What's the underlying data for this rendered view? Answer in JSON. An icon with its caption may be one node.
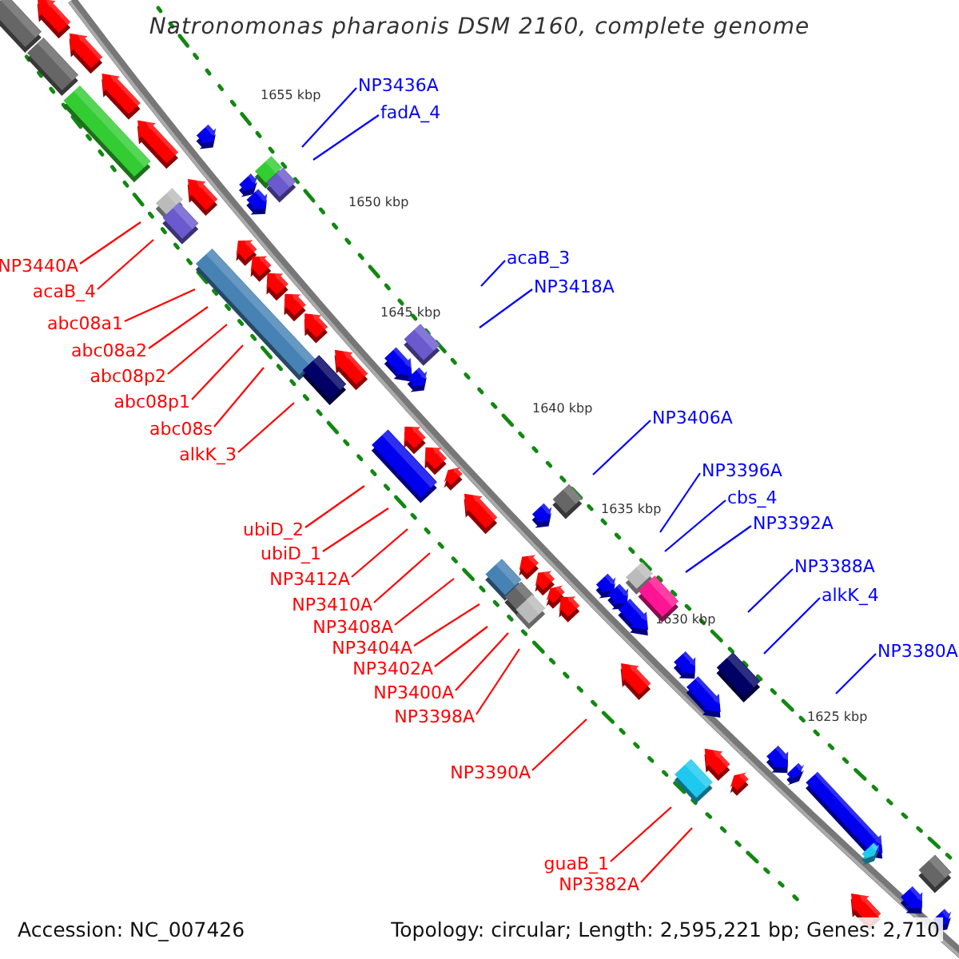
{
  "diagram": {
    "title": "Natronomonas pharaonis DSM 2160, complete genome",
    "nodes": [
      {
        "text": [
          "NP3436A"
        ]
      },
      {
        "text": [
          "fadA_4"
        ]
      },
      {
        "text": [
          "NP3440A"
        ]
      },
      {
        "text": [
          "acaB_4"
        ]
      },
      {
        "text": [
          "acaB_3"
        ]
      },
      {
        "text": [
          "NP3418A"
        ]
      },
      {
        "text": [
          "abc08a1"
        ]
      },
      {
        "text": [
          "abc08a2"
        ]
      },
      {
        "text": [
          "abc08p2"
        ]
      },
      {
        "text": [
          "abc08p1"
        ]
      },
      {
        "text": [
          "abc08s"
        ]
      },
      {
        "text": [
          "alkK_3"
        ]
      },
      {
        "text": [
          "NP3406A"
        ]
      },
      {
        "text": [
          "NP3396A"
        ]
      },
      {
        "text": [
          "cbs_4"
        ]
      },
      {
        "text": [
          "ubiD_2"
        ]
      },
      {
        "text": [
          "NP3392A"
        ]
      },
      {
        "text": [
          "ubiD_1"
        ]
      },
      {
        "text": [
          "NP3388A"
        ]
      },
      {
        "text": [
          "NP3412A"
        ]
      },
      {
        "text": [
          "alkK_4"
        ]
      },
      {
        "text": [
          "NP3410A"
        ]
      },
      {
        "text": [
          "NP3408A"
        ]
      },
      {
        "text": [
          "NP3380A"
        ]
      },
      {
        "text": [
          "NP3404A"
        ]
      },
      {
        "text": [
          "NP3402A"
        ]
      },
      {
        "text": [
          "NP3400A"
        ]
      },
      {
        "text": [
          "NP3398A"
        ]
      },
      {
        "text": [
          "NP3390A"
        ]
      },
      {
        "text": [
          "guaB_1"
        ]
      },
      {
        "text": [
          "NP3382A"
        ]
      }
    ],
    "edges": [
      {
        "from": 0,
        "to": null,
        "arrow": "none",
        "color": "#0000ff"
      },
      {
        "from": 1,
        "to": null,
        "arrow": "none",
        "color": "#0000ff"
      },
      {
        "from": 2,
        "to": null,
        "arrow": "none"
      },
      {
        "from": 3,
        "to": null,
        "arrow": "none"
      },
      {
        "from": 4,
        "to": null,
        "arrow": "none",
        "color": "#0000ff"
      },
      {
        "from": 5,
        "to": null,
        "arrow": "none",
        "color": "#0000ff"
      },
      {
        "from": 6,
        "to": null,
        "arrow": "none"
      },
      {
        "from": 7,
        "to": null,
        "arrow": "none"
      },
      {
        "from": 8,
        "to": null,
        "arrow": "none"
      },
      {
        "from": 9,
        "to": null,
        "arrow": "none"
      },
      {
        "from": 10,
        "to": null,
        "arrow": "none"
      },
      {
        "from": 11,
        "to": null,
        "arrow": "none"
      },
      {
        "from": 12,
        "to": null,
        "arrow": "none",
        "color": "#0000ff"
      },
      {
        "from": 13,
        "to": null,
        "arrow": "none",
        "color": "#0000ff"
      },
      {
        "from": 14,
        "to": null,
        "arrow": "none",
        "color": "#0000ff"
      },
      {
        "from": 15,
        "to": null,
        "arrow": "none"
      },
      {
        "from": 16,
        "to": null,
        "arrow": "none",
        "color": "#0000ff"
      },
      {
        "from": 17,
        "to": null,
        "arrow": "none"
      },
      {
        "from": 18,
        "to": null,
        "arrow": "none",
        "color": "#0000ff"
      },
      {
        "from": 19,
        "to": null,
        "arrow": "none"
      },
      {
        "from": 20,
        "to": null,
        "arrow": "none",
        "color": "#0000ff"
      },
      {
        "from": 21,
        "to": null,
        "arrow": "none"
      },
      {
        "from": 22,
        "to": null,
        "arrow": "none"
      },
      {
        "from": 23,
        "to": null,
        "arrow": "none",
        "color": "#0000ff"
      },
      {
        "from": 24,
        "to": null,
        "arrow": "none"
      },
      {
        "from": 25,
        "to": null,
        "arrow": "none"
      },
      {
        "from": 26,
        "to": null,
        "arrow": "none"
      },
      {
        "from": 27,
        "to": null,
        "arrow": "none"
      },
      {
        "from": 28,
        "to": null,
        "arrow": "none"
      },
      {
        "from": 29,
        "to": null,
        "arrow": "none"
      },
      {
        "from": 30,
        "to": null,
        "arrow": "none"
      }
    ],
    "labels": [
      "1655 kbp",
      "1650 kbp",
      "1645 kbp",
      "1640 kbp",
      "1635 kbp",
      "1630 kbp",
      "1625 kbp",
      "Accession: NC_007426",
      "Topology: circular; Length: 2,595,221 bp; Genes: 2,710"
    ]
  }
}
